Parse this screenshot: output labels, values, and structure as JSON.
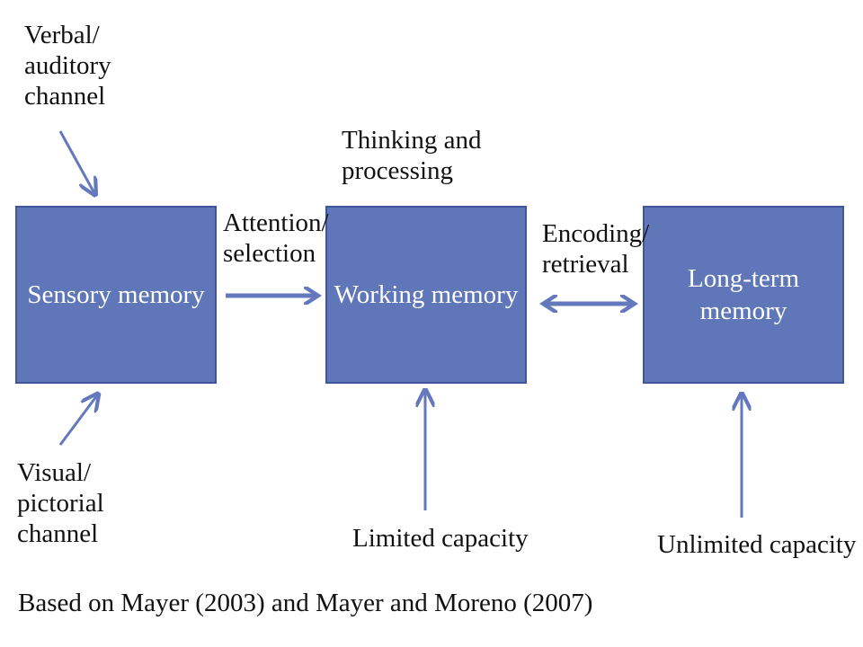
{
  "boxes": {
    "sensory": {
      "label": "Sensory memory"
    },
    "working": {
      "label": "Working memory"
    },
    "longterm": {
      "label_line1": "Long-term",
      "label_line2": "memory"
    }
  },
  "labels": {
    "verbal_channel": [
      "Verbal/",
      "auditory",
      "channel"
    ],
    "visual_channel": [
      "Visual/",
      "pictorial",
      "channel"
    ],
    "thinking": [
      "Thinking and",
      "processing"
    ],
    "attention": [
      "Attention/",
      "selection"
    ],
    "encoding": [
      "Encoding/",
      "retrieval"
    ],
    "limited": "Limited capacity",
    "unlimited": "Unlimited capacity"
  },
  "footer": "Based on Mayer (2003) and Mayer and Moreno (2007)",
  "colors": {
    "box_fill": "#5f77b8",
    "box_border": "#41569a",
    "arrow": "#6479bd"
  }
}
